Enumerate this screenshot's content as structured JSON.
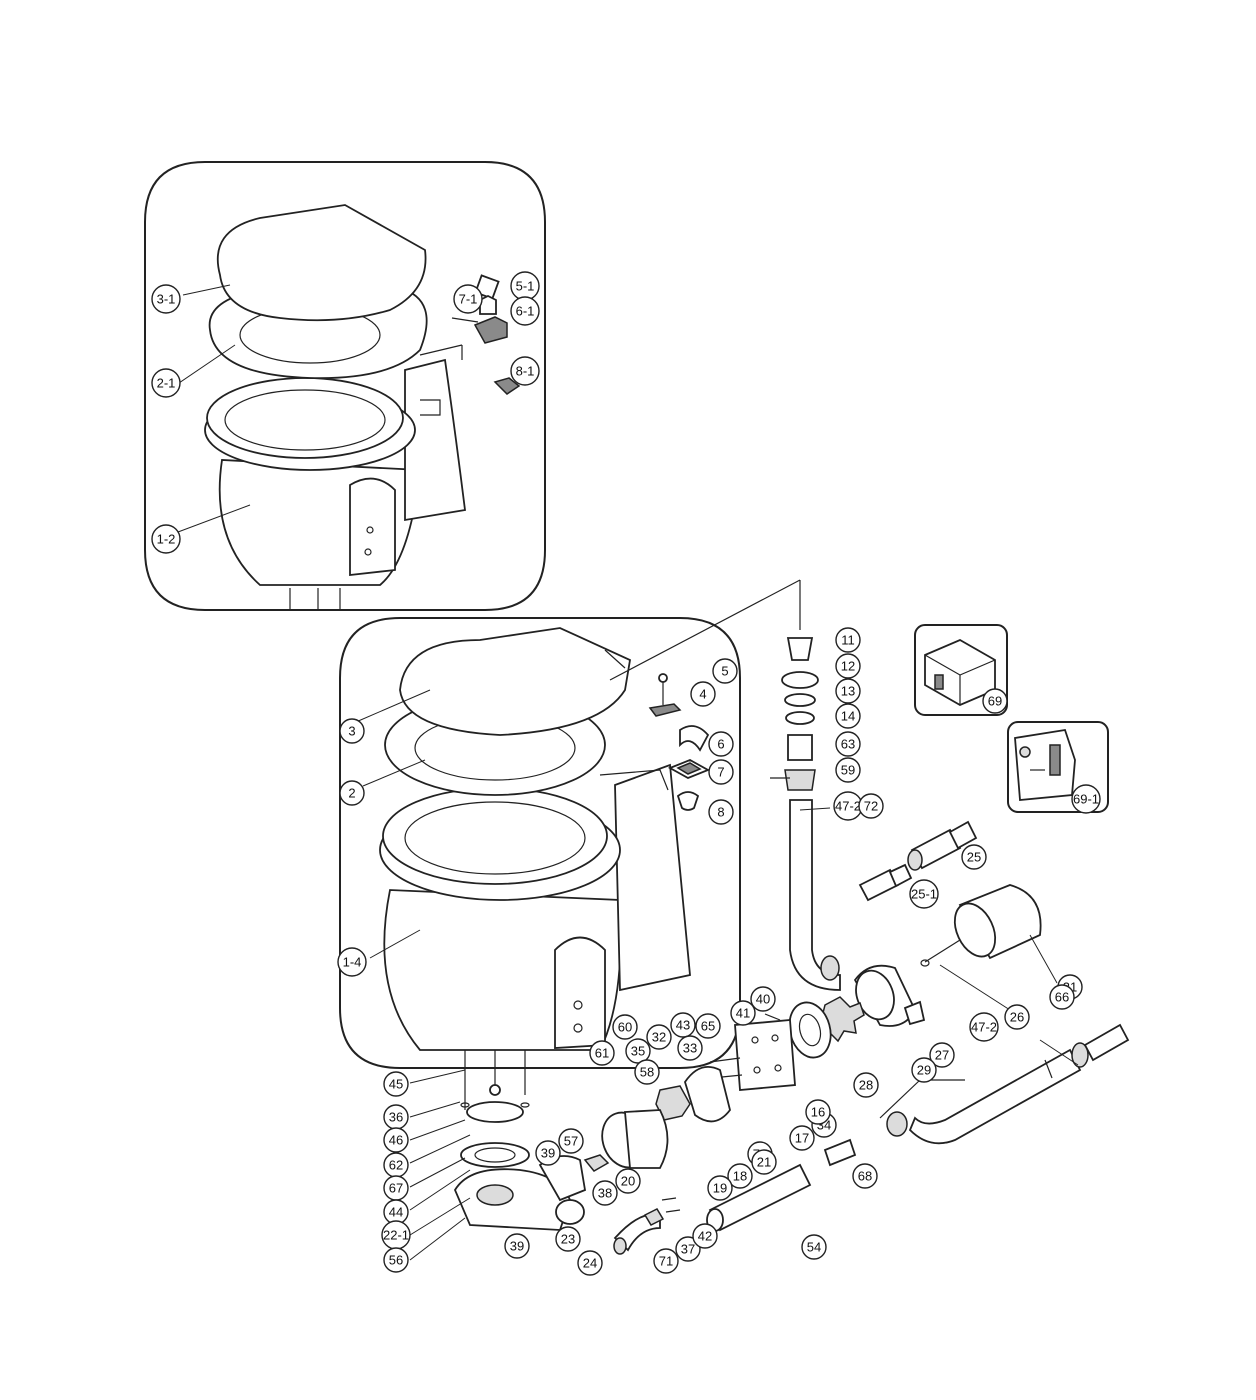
{
  "callouts": [
    {
      "label": "3-1",
      "leader": "toilet-seat-lid-small"
    },
    {
      "label": "2-1",
      "leader": "toilet-seat-ring-small"
    },
    {
      "label": "1-2",
      "leader": "toilet-bowl-small"
    },
    {
      "label": "7-1",
      "leader": "hinge-pin-small"
    },
    {
      "label": "5-1",
      "leader": "hinge-screw-small"
    },
    {
      "label": "6-1",
      "leader": "hinge-block-small"
    },
    {
      "label": "8-1",
      "leader": "mount-nut-small"
    },
    {
      "label": "3",
      "leader": "toilet-seat-lid"
    },
    {
      "label": "2",
      "leader": "toilet-seat-ring"
    },
    {
      "label": "1-4",
      "leader": "toilet-bowl"
    },
    {
      "label": "5",
      "leader": "hinge-screw"
    },
    {
      "label": "4",
      "leader": "hinge-plate"
    },
    {
      "label": "6",
      "leader": "hinge-cover"
    },
    {
      "label": "7",
      "leader": "hinge-base"
    },
    {
      "label": "8",
      "leader": "mount-nut"
    },
    {
      "label": "60",
      "leader": "bowl-screw"
    },
    {
      "label": "61",
      "leader": "bowl-nut"
    },
    {
      "label": "11",
      "leader": "inlet-fitting"
    },
    {
      "label": "12",
      "leader": "inlet-flange"
    },
    {
      "label": "13",
      "leader": "o-ring"
    },
    {
      "label": "14",
      "leader": "washer"
    },
    {
      "label": "63",
      "leader": "adapter"
    },
    {
      "label": "59",
      "leader": "valve"
    },
    {
      "label": "47-2",
      "leader": "inlet-hose"
    },
    {
      "label": "72",
      "leader": "hose-clamp"
    },
    {
      "label": "69",
      "leader": "control-switch"
    },
    {
      "label": "69-1",
      "leader": "control-panel"
    },
    {
      "label": "25",
      "leader": "hose-barb"
    },
    {
      "label": "25-1",
      "leader": "hose-barb-small"
    },
    {
      "label": "31",
      "leader": "motor"
    },
    {
      "label": "26",
      "leader": "motor-washer"
    },
    {
      "label": "66",
      "leader": "outlet-clamp"
    },
    {
      "label": "47-2",
      "leader": "outlet-hose"
    },
    {
      "label": "27",
      "leader": "pump-housing"
    },
    {
      "label": "29",
      "leader": "impeller"
    },
    {
      "label": "28",
      "leader": "pump-plate"
    },
    {
      "label": "40",
      "leader": "screw-40"
    },
    {
      "label": "41",
      "leader": "screw-41"
    },
    {
      "label": "65",
      "leader": "screw-65"
    },
    {
      "label": "43",
      "leader": "washer-43"
    },
    {
      "label": "32",
      "leader": "gasket-32"
    },
    {
      "label": "33",
      "leader": "washer-33"
    },
    {
      "label": "35",
      "leader": "screw-35"
    },
    {
      "label": "58",
      "leader": "nut-58"
    },
    {
      "label": "34",
      "leader": "cover-plate"
    },
    {
      "label": "16",
      "leader": "screw-16"
    },
    {
      "label": "17",
      "leader": "gasket-17"
    },
    {
      "label": "70",
      "leader": "seal-70"
    },
    {
      "label": "21",
      "leader": "macerator-blade"
    },
    {
      "label": "18",
      "leader": "cutter"
    },
    {
      "label": "19",
      "leader": "discharge-sleeve"
    },
    {
      "label": "68",
      "leader": "barb-68"
    },
    {
      "label": "54",
      "leader": "discharge-pipe"
    },
    {
      "label": "45",
      "leader": "stud-bolt"
    },
    {
      "label": "36",
      "leader": "washer-36"
    },
    {
      "label": "46",
      "leader": "nut-46"
    },
    {
      "label": "62",
      "leader": "spacer-62"
    },
    {
      "label": "67",
      "leader": "gasket-67"
    },
    {
      "label": "44",
      "leader": "diaphragm"
    },
    {
      "label": "22-1",
      "leader": "base-assembly"
    },
    {
      "label": "56",
      "leader": "base-screw"
    },
    {
      "label": "39",
      "leader": "elbow-39-top"
    },
    {
      "label": "57",
      "leader": "nut-57"
    },
    {
      "label": "38",
      "leader": "screw-38"
    },
    {
      "label": "20",
      "leader": "check-valve"
    },
    {
      "label": "39",
      "leader": "elbow-39-bottom"
    },
    {
      "label": "23",
      "leader": "flange-23"
    },
    {
      "label": "24",
      "leader": "elbow-24"
    },
    {
      "label": "71",
      "leader": "flap-71"
    },
    {
      "label": "37",
      "leader": "screw-37"
    },
    {
      "label": "42",
      "leader": "screw-42"
    }
  ]
}
